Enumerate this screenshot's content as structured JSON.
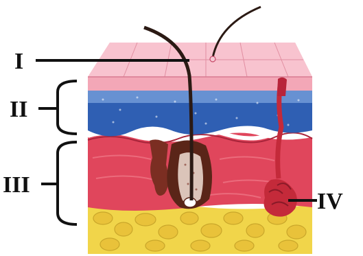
{
  "labels": {
    "layer_1": "I",
    "layer_2": "II",
    "layer_3": "III",
    "structure_4": "IV"
  },
  "colors": {
    "epidermis": "#f3a7b7",
    "epidermis_top": "#f8c3cf",
    "blue_layer": "#2f5fb3",
    "blue_light": "#7fa6e0",
    "dermis": "#e0465c",
    "dermis_light": "#ee7585",
    "fat": "#f1d54a",
    "fat_dark": "#c9a62a",
    "hair": "#2b1a14",
    "follicle": "#7b2e22",
    "gland": "#c42a3a"
  }
}
